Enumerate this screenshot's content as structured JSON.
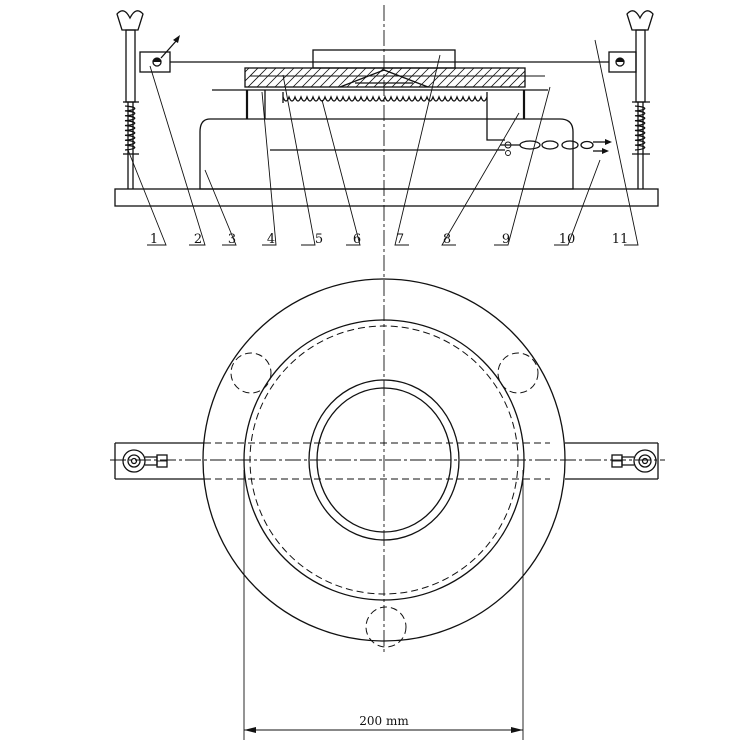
{
  "part_labels": [
    "1",
    "2",
    "3",
    "4",
    "5",
    "6",
    "7",
    "8",
    "9",
    "10",
    "11"
  ],
  "dimension": {
    "value": "200 mm"
  }
}
